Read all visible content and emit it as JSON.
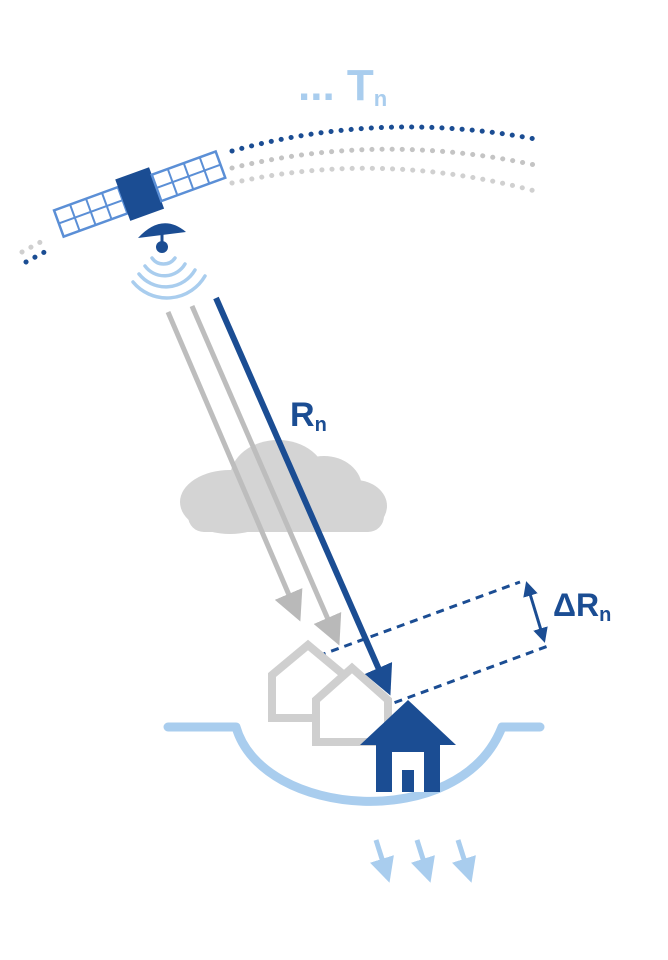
{
  "labels": {
    "orbit_time": "... T",
    "orbit_time_sub": "n",
    "range": "R",
    "range_sub": "n",
    "delta_range": "ΔR",
    "delta_range_sub": "n"
  },
  "colors": {
    "navy": "#1b4d93",
    "light_blue": "#a9cdee",
    "gray": "#c6c6c6",
    "cloud": "#d2d2d2",
    "panel_blue": "#5b8fd6"
  }
}
